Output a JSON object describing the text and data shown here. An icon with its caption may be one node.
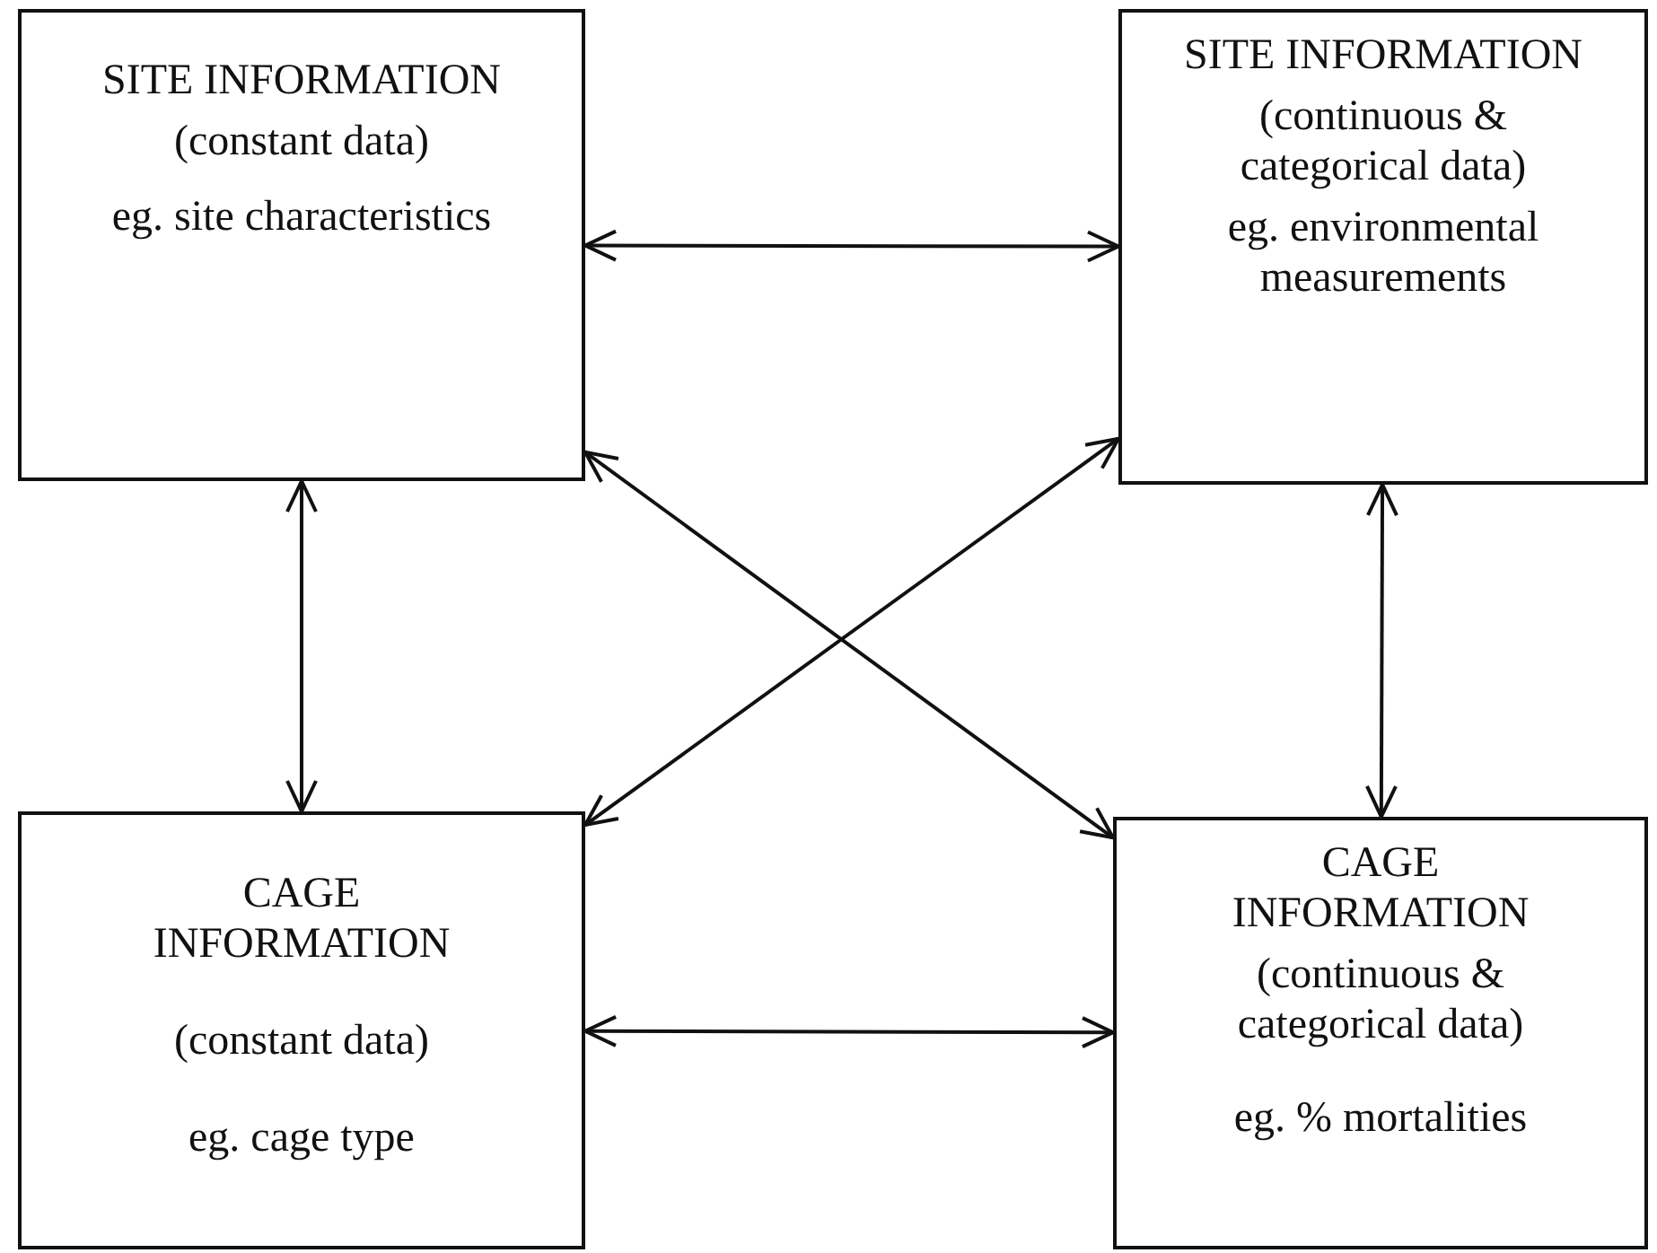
{
  "diagram": {
    "nodes": [
      {
        "text": [
          "SITE INFORMATION",
          "(constant data)",
          "eg. site characteristics"
        ]
      },
      {
        "text": [
          "SITE INFORMATION",
          "(continuous & categorical data)",
          "eg. environmental measurements"
        ]
      },
      {
        "text": [
          "CAGE INFORMATION",
          "(constant data)",
          "eg. cage type"
        ]
      },
      {
        "text": [
          "CAGE INFORMATION",
          "(continuous & categorical data)",
          "eg. % mortalities"
        ]
      }
    ],
    "edges": [
      {
        "from": 0,
        "to": 1,
        "arrow": "both"
      },
      {
        "from": 0,
        "to": 2,
        "arrow": "both"
      },
      {
        "from": 0,
        "to": 3,
        "arrow": "both"
      },
      {
        "from": 1,
        "to": 2,
        "arrow": "both"
      },
      {
        "from": 1,
        "to": 3,
        "arrow": "both"
      },
      {
        "from": 2,
        "to": 3,
        "arrow": "both"
      }
    ]
  }
}
